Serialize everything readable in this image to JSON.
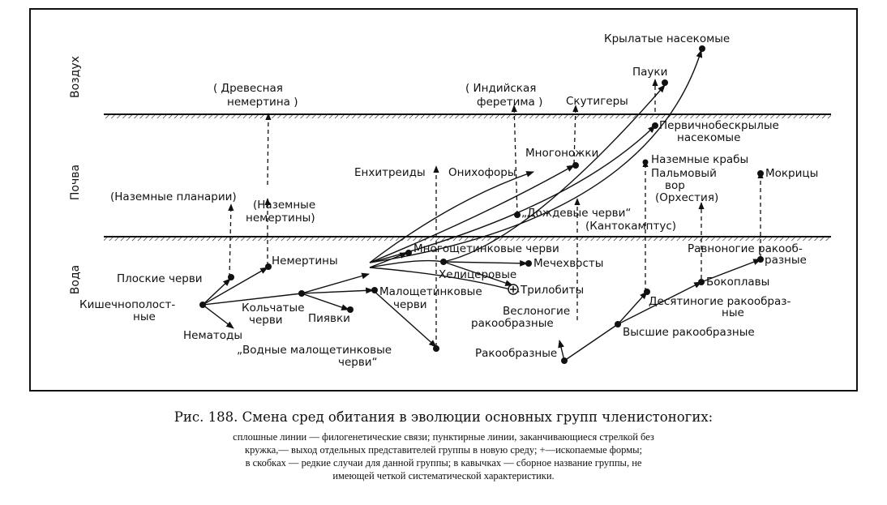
{
  "zones": [
    "Воздух",
    "Почва",
    "Вода"
  ],
  "labels": [
    {
      "id": "air",
      "text": "Воздух"
    },
    {
      "id": "soil",
      "text": "Почва"
    },
    {
      "id": "water",
      "text": "Вода"
    },
    {
      "id": "wing",
      "text": "Крылатые насекомые"
    },
    {
      "id": "pauki",
      "text": "Пауки"
    },
    {
      "id": "drev1",
      "text": "( Древесная"
    },
    {
      "id": "drev2",
      "text": "немертина )"
    },
    {
      "id": "ind1",
      "text": "( Индийская"
    },
    {
      "id": "ind2",
      "text": "феретима )"
    },
    {
      "id": "skut",
      "text": "Скутигеры"
    },
    {
      "id": "perv1",
      "text": "Первичнобескрылые"
    },
    {
      "id": "perv2",
      "text": "насекомые"
    },
    {
      "id": "mnogon",
      "text": "Многоножки"
    },
    {
      "id": "nazkr",
      "text": "Наземные крабы"
    },
    {
      "id": "palm1",
      "text": "Пальмовый"
    },
    {
      "id": "palm2",
      "text": "вор"
    },
    {
      "id": "mokr",
      "text": "Мокрицы"
    },
    {
      "id": "enh",
      "text": "Енхитреиды"
    },
    {
      "id": "onih",
      "text": "Онихофоры"
    },
    {
      "id": "orh",
      "text": "(Орхестия)"
    },
    {
      "id": "planar",
      "text": "(Наземные планарии)"
    },
    {
      "id": "nnem1",
      "text": "(Наземные"
    },
    {
      "id": "nnem2",
      "text": "немертины)"
    },
    {
      "id": "dozh",
      "text": "„Дождевые черви“"
    },
    {
      "id": "kant",
      "text": "(Кантокамптус)"
    },
    {
      "id": "mnogosh",
      "text": "Многощетинковые черви"
    },
    {
      "id": "ravn1",
      "text": "Равноногие ракооб-"
    },
    {
      "id": "ravn2",
      "text": "разные"
    },
    {
      "id": "nem",
      "text": "Немертины"
    },
    {
      "id": "plosk",
      "text": "Плоские черви"
    },
    {
      "id": "helic",
      "text": "Хелицеровые"
    },
    {
      "id": "mech",
      "text": "Мечехвосты"
    },
    {
      "id": "trilo",
      "text": "Трилобиты"
    },
    {
      "id": "bokop",
      "text": "Бокоплавы"
    },
    {
      "id": "kish1",
      "text": "Кишечнополост-"
    },
    {
      "id": "kish2",
      "text": "ные"
    },
    {
      "id": "kolch1",
      "text": "Кольчатые"
    },
    {
      "id": "kolch2",
      "text": "черви"
    },
    {
      "id": "malo1",
      "text": "Малощетинковые"
    },
    {
      "id": "malo2",
      "text": "черви"
    },
    {
      "id": "piyav",
      "text": "Пиявки"
    },
    {
      "id": "veslo1",
      "text": "Веслоногие"
    },
    {
      "id": "veslo2",
      "text": "ракообразные"
    },
    {
      "id": "desyat1",
      "text": "Десятиногие ракообраз-"
    },
    {
      "id": "desyat2",
      "text": "ные"
    },
    {
      "id": "vyssh",
      "text": "Высшие ракообразные"
    },
    {
      "id": "nemat",
      "text": "Нематоды"
    },
    {
      "id": "vodn1",
      "text": "„Водные малощетинковые"
    },
    {
      "id": "vodn2",
      "text": "черви“"
    },
    {
      "id": "rakoo",
      "text": "Ракообразные"
    }
  ],
  "caption": {
    "title": "Рис. 188. Смена сред обитания в эволюции основных групп членистоногих:",
    "lines": [
      "сплошные линии — филогенетические связи; пунктирные линии, заканчивающиеся стрелкой без",
      "кружка,— выход отдельных представителей группы в новую среду; +—ископаемые формы;",
      "в скобках — редкие случаи для данной группы; в кавычках — сборное название группы, не",
      "имеющей четкой систематической характеристики."
    ]
  }
}
